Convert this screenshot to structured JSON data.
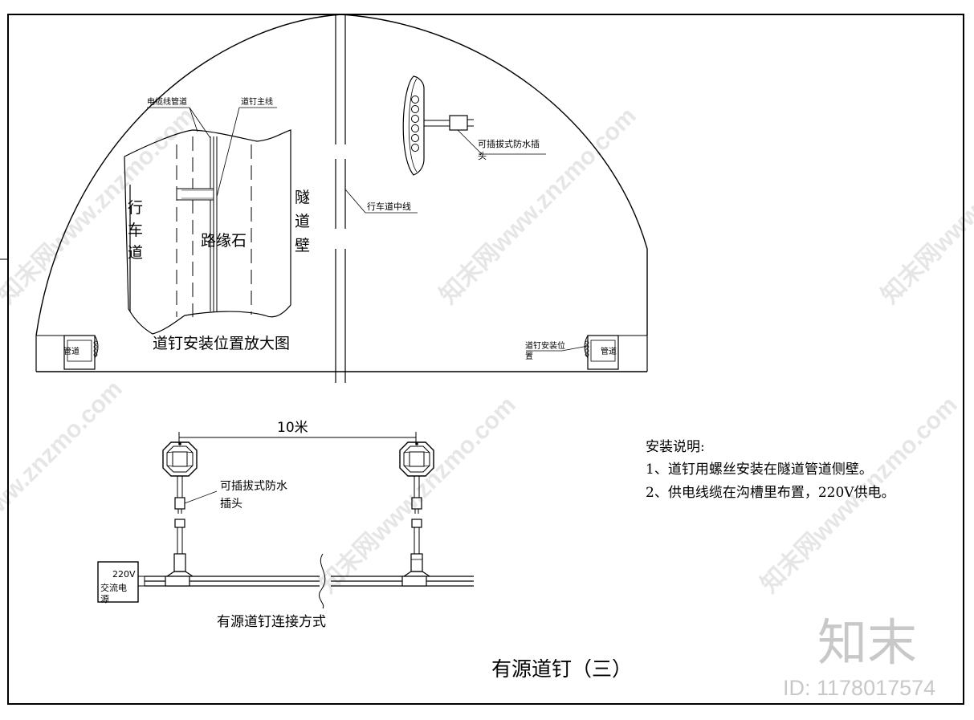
{
  "title": "有源道钉（三）",
  "tunnel": {
    "enlarged_view_title": "道钉安装位置放大图",
    "cable_duct_label": "电缆线管道",
    "stud_main_line_label": "道钉主线",
    "lane_label": [
      "行",
      "车",
      "道"
    ],
    "curb_label": "路缘石",
    "tunnel_wall_label": [
      "隧",
      "道",
      "壁"
    ],
    "lane_center_line_label": "行车道中线",
    "plug_label_top": "可插拔式防水插",
    "plug_label_bottom": "头",
    "install_position_label_1": "道钉安装位",
    "install_position_label_2": "置",
    "duct_left_label": "管道",
    "duct_right_label": "管道"
  },
  "connection": {
    "spacing_label": "10米",
    "plug_label_1": "可插拔式防水",
    "plug_label_2": "插头",
    "power_label_1": "220V",
    "power_label_2": "交流电",
    "power_label_3": "源",
    "caption": "有源道钉连接方式"
  },
  "notes": {
    "heading": "安装说明:",
    "items": [
      "1、道钉用螺丝安装在隧道管道侧壁。",
      "2、供电线缆在沟槽里布置，220V供电。"
    ]
  },
  "watermark": {
    "text": "知末网www.znzmo.com",
    "brand": "知末",
    "id": "ID: 1178017574"
  }
}
